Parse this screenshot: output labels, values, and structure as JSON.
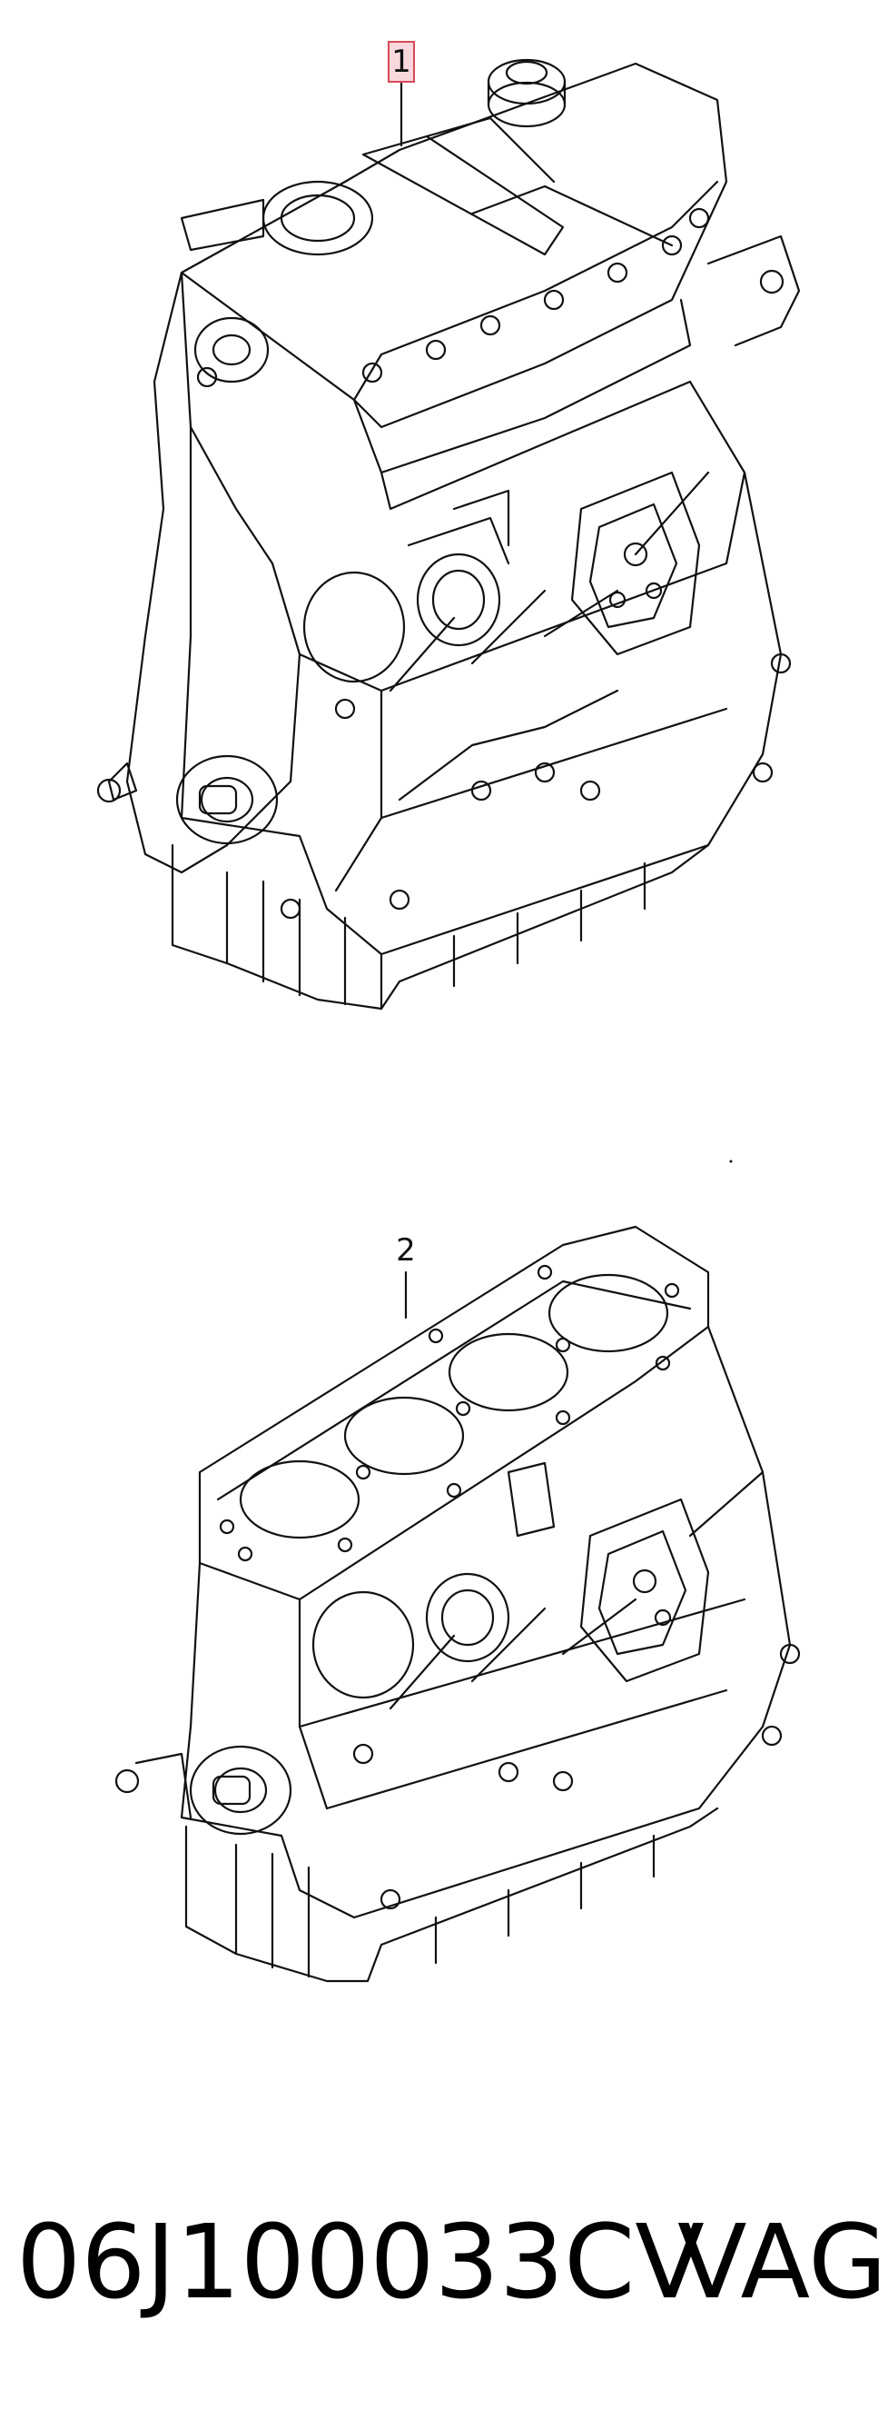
{
  "callouts": {
    "item1": "1",
    "item2": "2"
  },
  "footer": {
    "part_number": "06J100033CV",
    "brand": "VAG"
  },
  "colors": {
    "line": "#111111",
    "callout_border": "#d84a56",
    "callout_fill": "#f7d8dc"
  }
}
